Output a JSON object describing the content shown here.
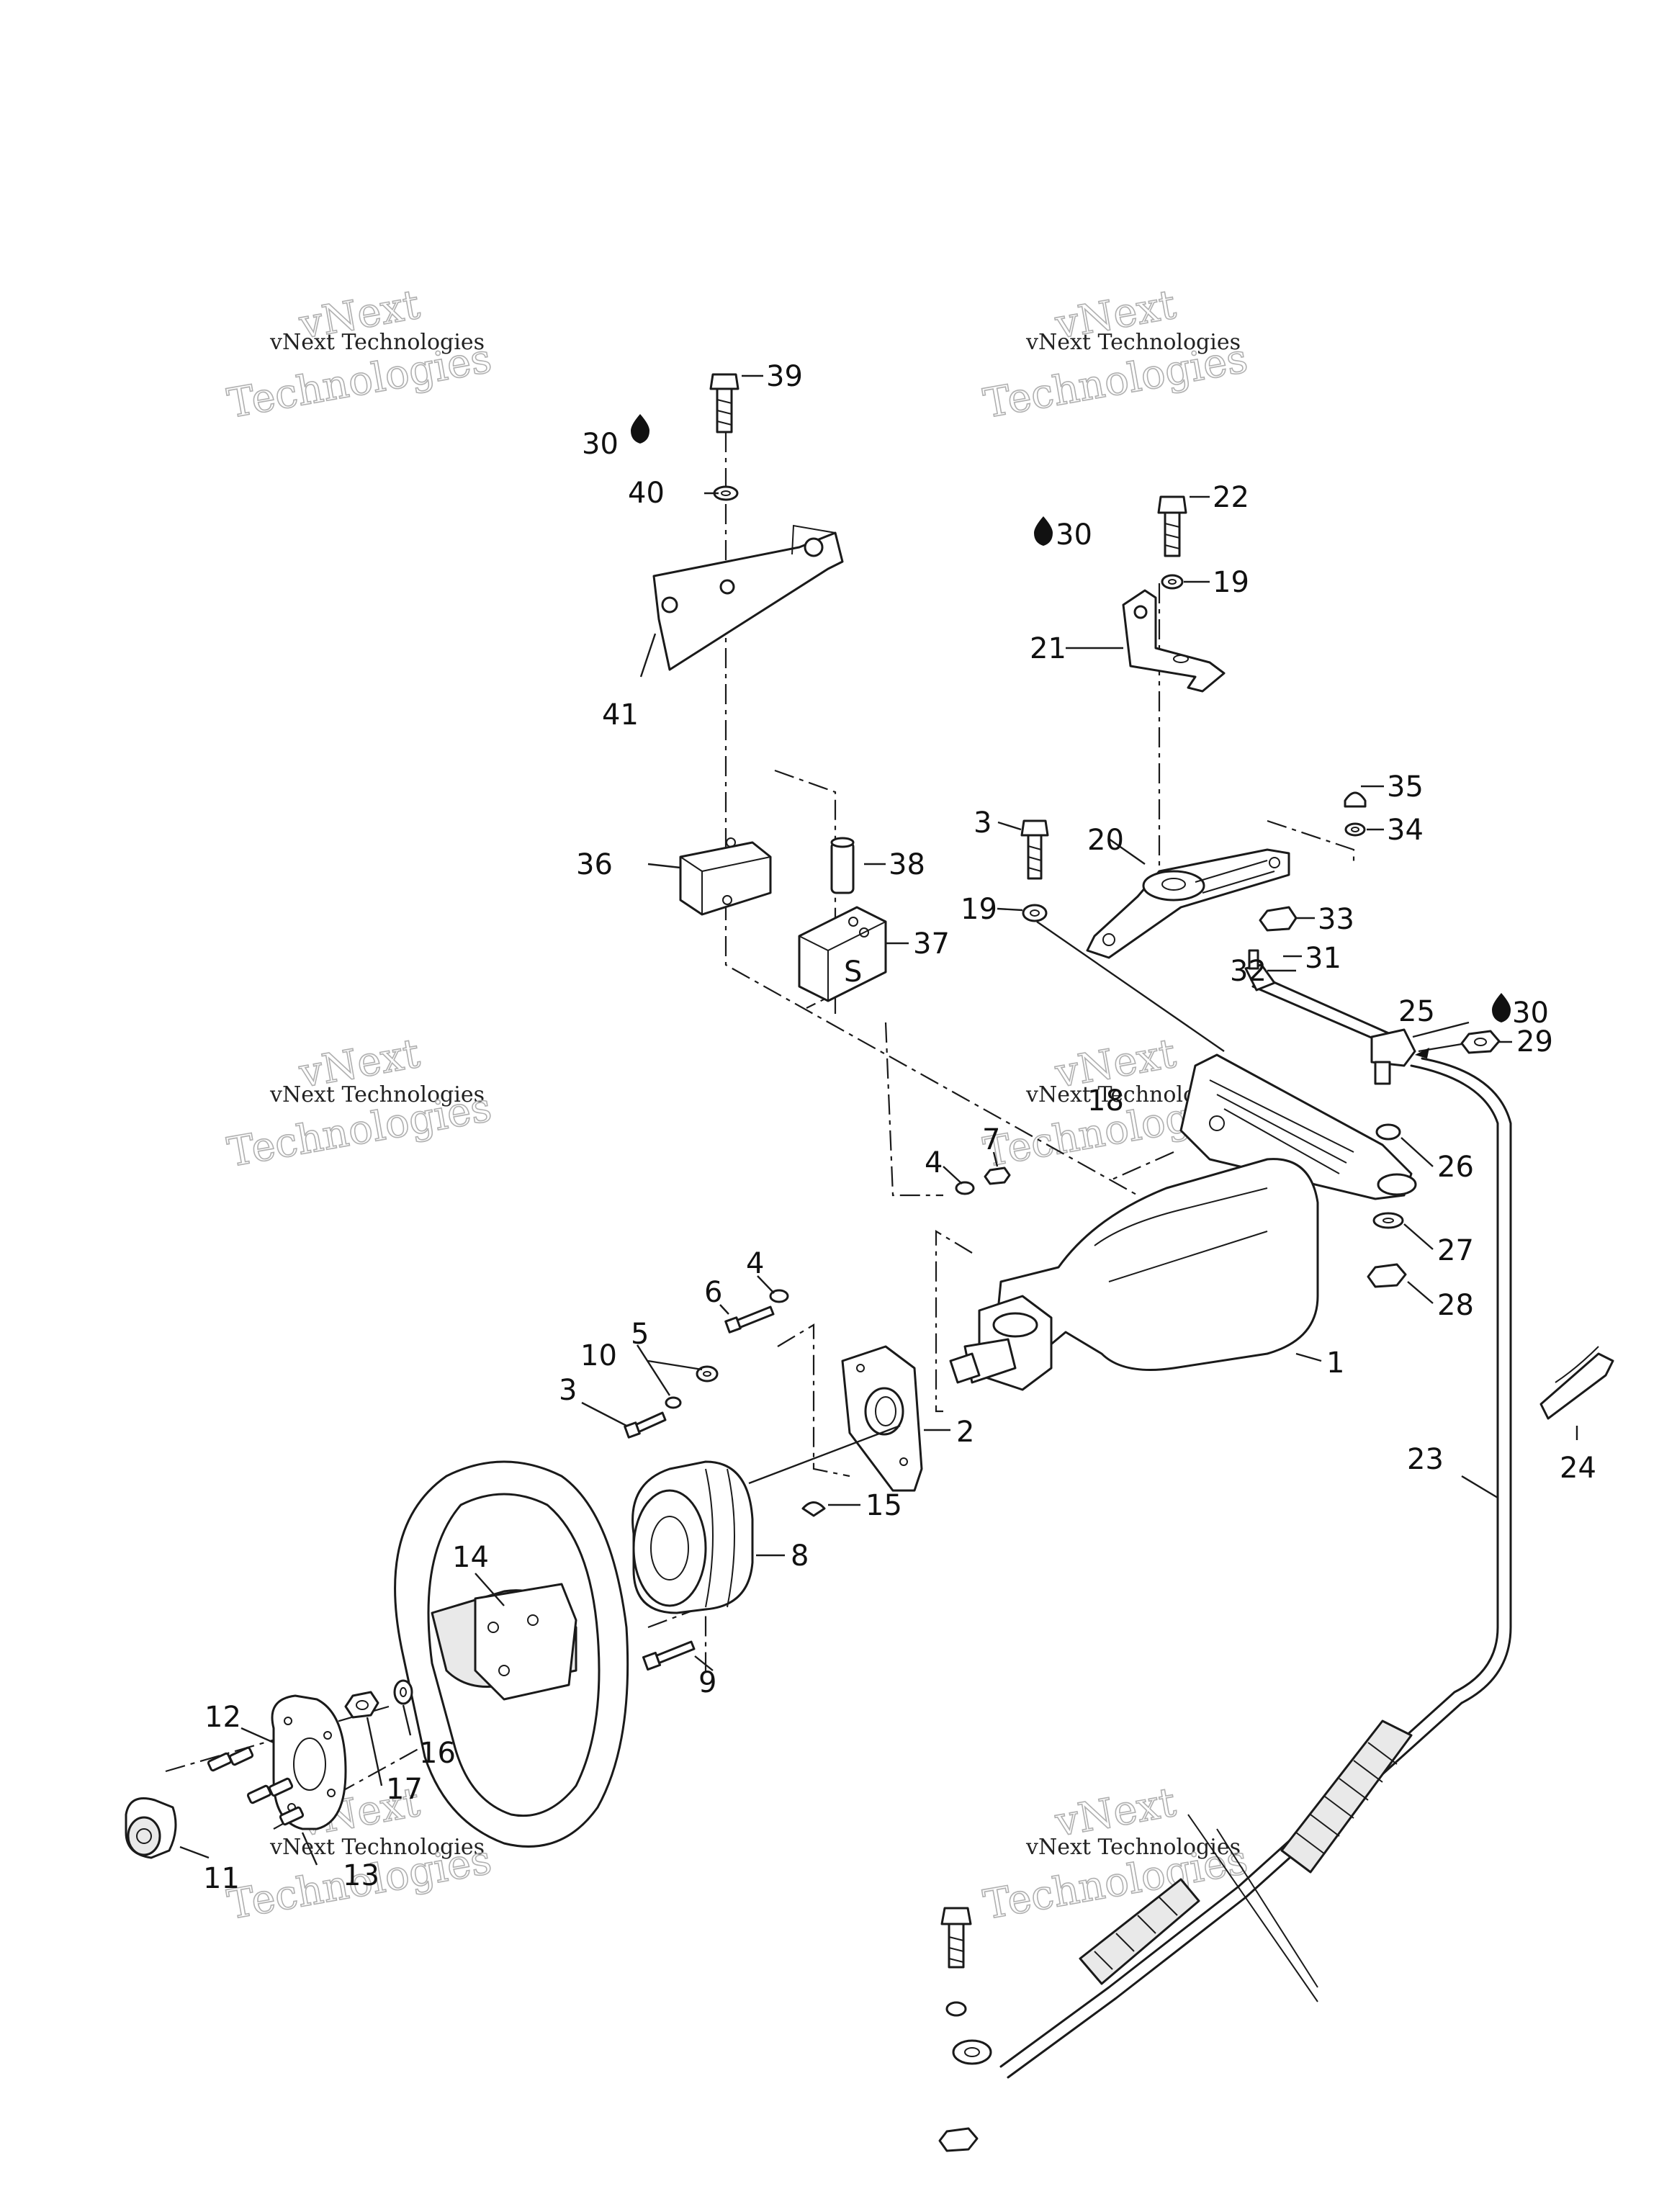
{
  "watermark": {
    "line_small": "vNext Technologies",
    "line_big_1": "vNext",
    "line_big_2": "Technologies"
  },
  "callouts": {
    "c1": "1",
    "c2": "2",
    "c3a": "3",
    "c3b": "3",
    "c4a": "4",
    "c4b": "4",
    "c5": "5",
    "c6": "6",
    "c7": "7",
    "c8": "8",
    "c9": "9",
    "c10": "10",
    "c11": "11",
    "c12": "12",
    "c13": "13",
    "c14": "14",
    "c15": "15",
    "c16": "16",
    "c17": "17",
    "c18": "18",
    "c19a": "19",
    "c19b": "19",
    "c20": "20",
    "c21": "21",
    "c22": "22",
    "c23": "23",
    "c24": "24",
    "c25": "25",
    "c26": "26",
    "c27": "27",
    "c28": "28",
    "c29": "29",
    "c30a": "30",
    "c30b": "30",
    "c30c": "30",
    "c31": "31",
    "c32": "32",
    "c33": "33",
    "c34": "34",
    "c35": "35",
    "c36": "36",
    "c37": "37",
    "c38": "38",
    "c39": "39",
    "c40": "40",
    "c41": "41"
  },
  "labels": {
    "block_mark": "S"
  },
  "icons": {
    "lubricant_drop": "oil-drop-icon"
  },
  "colors": {
    "line": "#1a1a1a",
    "background": "#ffffff",
    "watermark": "#b0b0b0"
  }
}
